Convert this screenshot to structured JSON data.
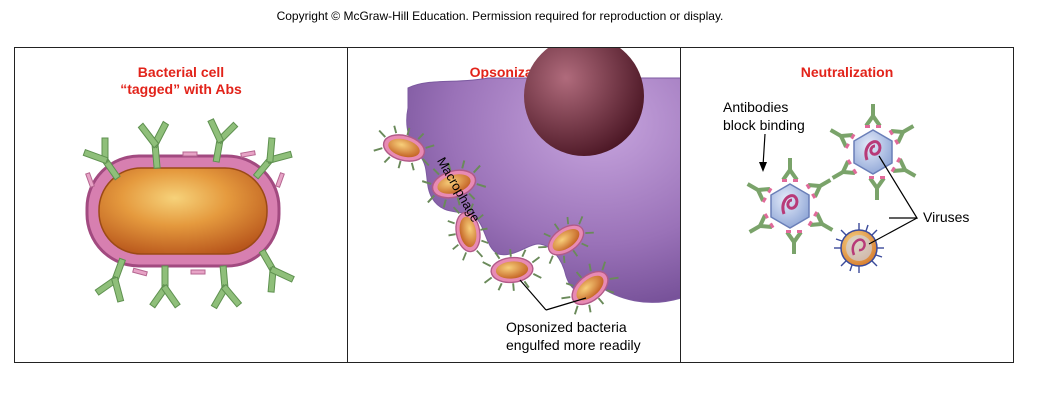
{
  "copyright": "Copyright © McGraw-Hill Education. Permission required for reproduction or display.",
  "colors": {
    "title_red": "#e2231a",
    "antibody_green": "#8fbf7a",
    "antibody_tip_pink": "#d98cb4",
    "cell_membrane_pink": "#c46aa0",
    "bacterium_orange": "#d9782c",
    "macrophage_purple": "#9a72b8",
    "nucleus_maroon": "#6e2a3a",
    "virus_blue": "#8fa6d6"
  },
  "panels": [
    {
      "title_line1": "Bacterial cell",
      "title_line2": "“tagged” with Abs"
    },
    {
      "title": "Opsonization",
      "macrophage_label": "Macrophage",
      "caption_line1": "Opsonized bacteria",
      "caption_line2": "engulfed more readily"
    },
    {
      "title": "Neutralization",
      "antibodies_line1": "Antibodies",
      "antibodies_line2": "block binding",
      "viruses_label": "Viruses"
    }
  ]
}
